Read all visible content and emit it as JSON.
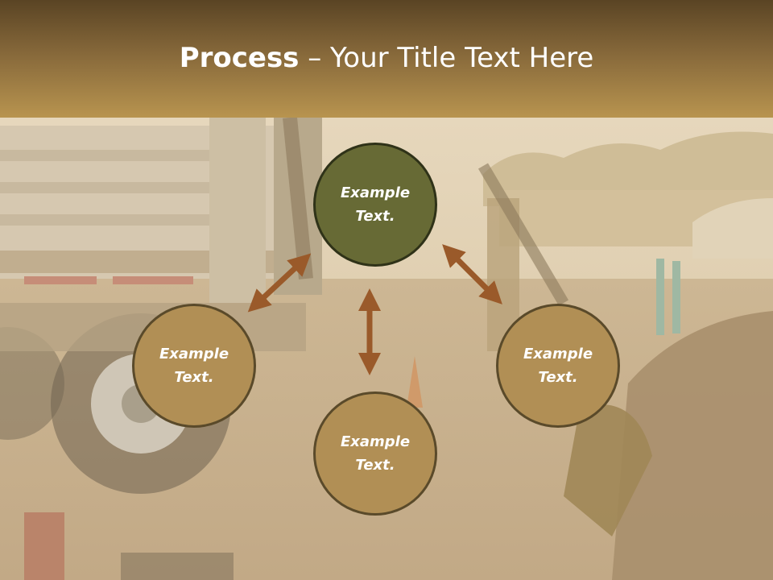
{
  "slide": {
    "title_bold": "Process",
    "title_rest": " – Your Title Text Here"
  },
  "nodes": {
    "top": "Example\nText.",
    "left": "Example\nText.",
    "right": "Example\nText.",
    "bottom": "Example\nText."
  },
  "colors": {
    "header_dark": "#5a4424",
    "header_light": "#b8944f",
    "node_top_fill": "#676a35",
    "node_fill": "#b18f55",
    "arrow": "#9a5a2a"
  },
  "icons": {
    "connector": "double-headed-arrow"
  }
}
